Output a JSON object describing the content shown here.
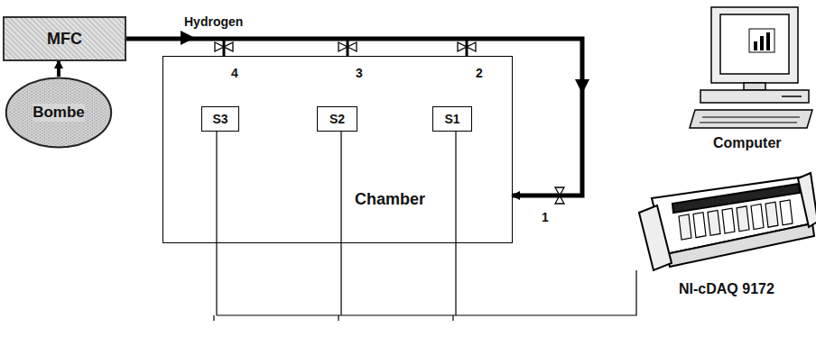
{
  "diagram": {
    "nodes": [
      {
        "text": [
          "MFC"
        ]
      },
      {
        "text": [
          "Bombe"
        ]
      },
      {
        "text": [
          "Chamber"
        ]
      },
      {
        "text": [
          "S3"
        ],
        "in": 2
      },
      {
        "text": [
          "S2"
        ],
        "in": 2
      },
      {
        "text": [
          "S1"
        ],
        "in": 2
      }
    ],
    "edges": [
      {
        "from": 1,
        "to": 0,
        "arrow": "to"
      },
      {
        "from": 0,
        "to": 2,
        "arrow": "to",
        "label": "Hydrogen"
      }
    ],
    "labels": [
      "4",
      "3",
      "2",
      "1",
      "Computer",
      "NI-cDAQ 9172"
    ]
  }
}
